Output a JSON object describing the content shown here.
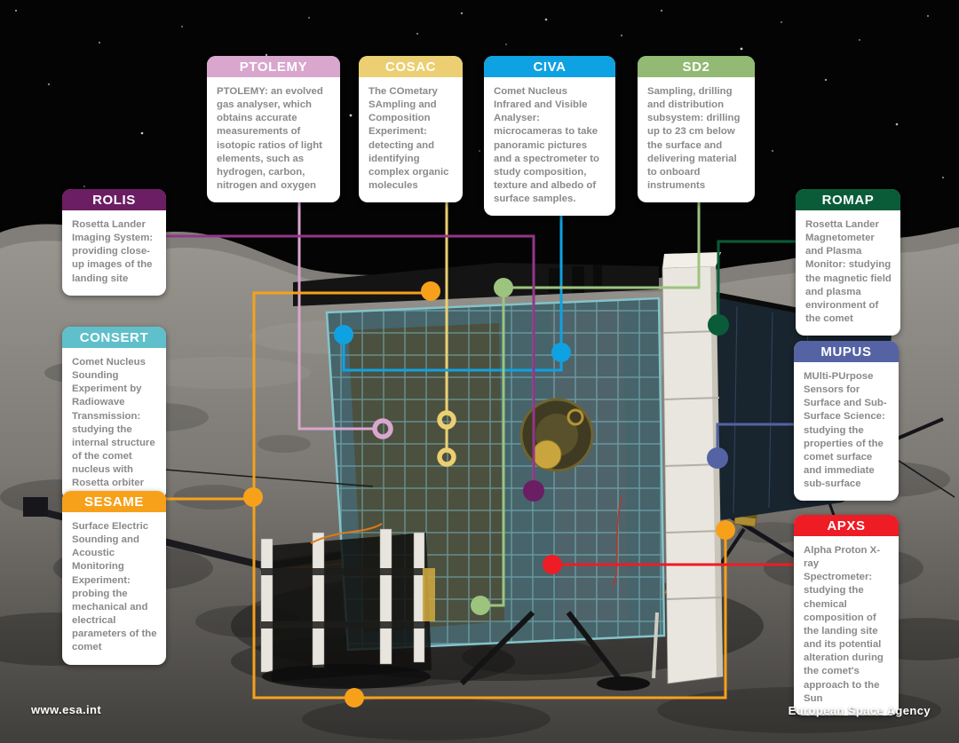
{
  "footer": {
    "website": "www.esa.int",
    "agency": "European Space Agency"
  },
  "callouts": [
    {
      "id": "ptolemy",
      "title": "PTOLEMY",
      "color": "#d9a6ce",
      "accent": "#d9a6ce",
      "description": "PTOLEMY: an evolved gas analyser, which obtains accurate measurements of isotopic ratios of light elements, such as hydrogen, carbon, nitrogen and oxygen"
    },
    {
      "id": "cosac",
      "title": "COSAC",
      "color": "#eccf72",
      "accent": "#eccf72",
      "description": "The COmetary SAmpling and Composition Experiment: detecting and identifying complex organic molecules"
    },
    {
      "id": "civa",
      "title": "CIVA",
      "color": "#0fa2e2",
      "accent": "#0fa2e2",
      "description": "Comet Nucleus Infrared and Visible Analyser: microcameras to take panoramic pictures and a spectrometer to study composition, texture and albedo of surface samples."
    },
    {
      "id": "sd2",
      "title": "SD2",
      "color": "#92ba74",
      "accent": "#9cc47f",
      "description": "Sampling, drilling and distribution subsystem: drilling up to 23 cm below the surface and delivering material to onboard instruments"
    },
    {
      "id": "rolis",
      "title": "ROLIS",
      "color": "#6b1e63",
      "accent": "#93368a",
      "description": "Rosetta Lander Imaging System: providing close-up images of the landing site"
    },
    {
      "id": "romap",
      "title": "ROMAP",
      "color": "#0a5c39",
      "accent": "#0a5c39",
      "description": "Rosetta Lander Magnetometer and Plasma Monitor: studying the magnetic field and plasma environment of the comet"
    },
    {
      "id": "consert",
      "title": "CONSERT",
      "color": "#5fc0cb",
      "accent": "#5fc0cb",
      "description": "Comet Nucleus Sounding Experiment by Radiowave Transmission: studying the internal structure of the comet nucleus with Rosetta orbiter"
    },
    {
      "id": "mupus",
      "title": "MUPUS",
      "color": "#5563a4",
      "accent": "#5563a4",
      "description": "MUlti-PUrpose Sensors for Surface and Sub-Surface Science: studying the properties of the comet surface and immediate sub-surface"
    },
    {
      "id": "sesame",
      "title": "SESAME",
      "color": "#f7a11a",
      "accent": "#f7a11a",
      "description": "Surface Electric Sounding and Acoustic Monitoring Experiment: probing the mechanical and electrical parameters of the comet"
    },
    {
      "id": "apxs",
      "title": "APXS",
      "color": "#ee1c25",
      "accent": "#ee1c25",
      "description": "Alpha Proton X-ray Spectrometer: studying the chemical composition of the landing site and its potential alteration during the comet's approach to the Sun"
    }
  ]
}
